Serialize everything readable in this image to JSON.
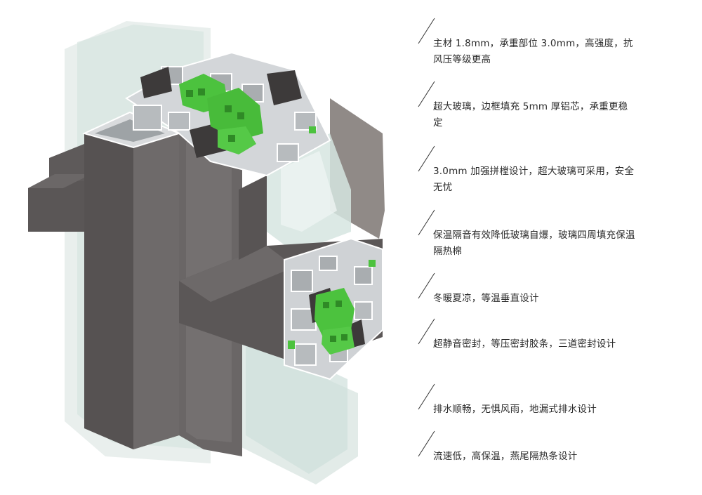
{
  "product": {
    "illustration_label": "window-profile-cross-section",
    "colors": {
      "frame_dark": "#5e5a5a",
      "frame_mid": "#6f6b6b",
      "frame_light": "#8a8686",
      "aluminum_cut": "#d9dbdd",
      "thermal_break": "#4cc23e",
      "glass": "#cfe0dc",
      "mesh": "#7a7470",
      "text": "#2a2a2a"
    }
  },
  "features": [
    {
      "text": "主材 1.8mm，承重部位 3.0mm，高强度，抗风压等级更高"
    },
    {
      "text": "超大玻璃，边框填充 5mm 厚铝芯，承重更稳定"
    },
    {
      "text": "3.0mm 加强拼樘设计，超大玻璃可采用，安全无忧"
    },
    {
      "text": "保温隔音有效降低玻璃自爆，玻璃四周填充保温隔热棉"
    },
    {
      "text": "冬暖夏凉，等温垂直设计"
    },
    {
      "text": "超静音密封，等压密封胶条，三道密封设计"
    },
    {
      "text": "排水顺畅，无惧风雨，地漏式排水设计"
    },
    {
      "text": "流速低，高保温，燕尾隔热条设计"
    }
  ]
}
